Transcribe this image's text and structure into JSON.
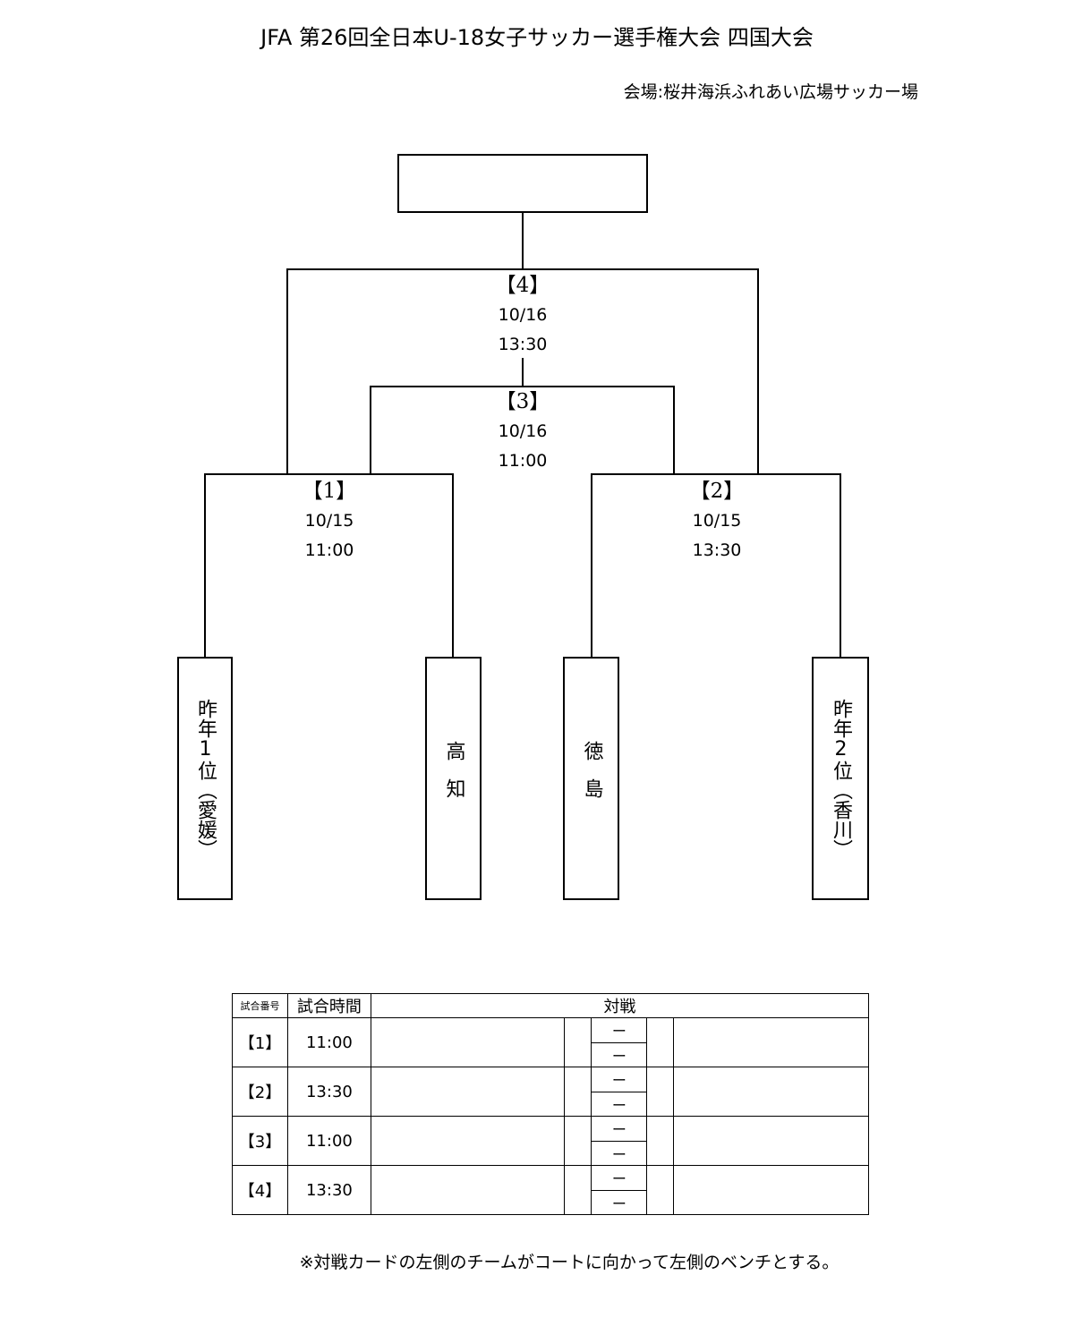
{
  "title": "JFA 第26回全日本U-18女子サッカー選手権大会  四国大会",
  "venue": "会場:桜井海浜ふれあい広場サッカー場",
  "bracket": {
    "matches": [
      {
        "no": "【1】",
        "date": "10/15",
        "time": "11:00"
      },
      {
        "no": "【2】",
        "date": "10/15",
        "time": "13:30"
      },
      {
        "no": "【3】",
        "date": "10/16",
        "time": "11:00"
      },
      {
        "no": "【4】",
        "date": "10/16",
        "time": "13:30"
      }
    ],
    "teams": [
      "昨年1位（愛媛）",
      "高知",
      "徳島",
      "昨年2位（香川）"
    ],
    "winner": ""
  },
  "schedule": {
    "headers": {
      "match_no": "試合番号",
      "time": "試合時間",
      "versus": "対戦"
    },
    "score_dash": "ー",
    "rows": [
      {
        "no": "【1】",
        "time": "11:00"
      },
      {
        "no": "【2】",
        "time": "13:30"
      },
      {
        "no": "【3】",
        "time": "11:00"
      },
      {
        "no": "【4】",
        "time": "13:30"
      }
    ]
  },
  "note": "※対戦カードの左側のチームがコートに向かって左側のベンチとする。"
}
